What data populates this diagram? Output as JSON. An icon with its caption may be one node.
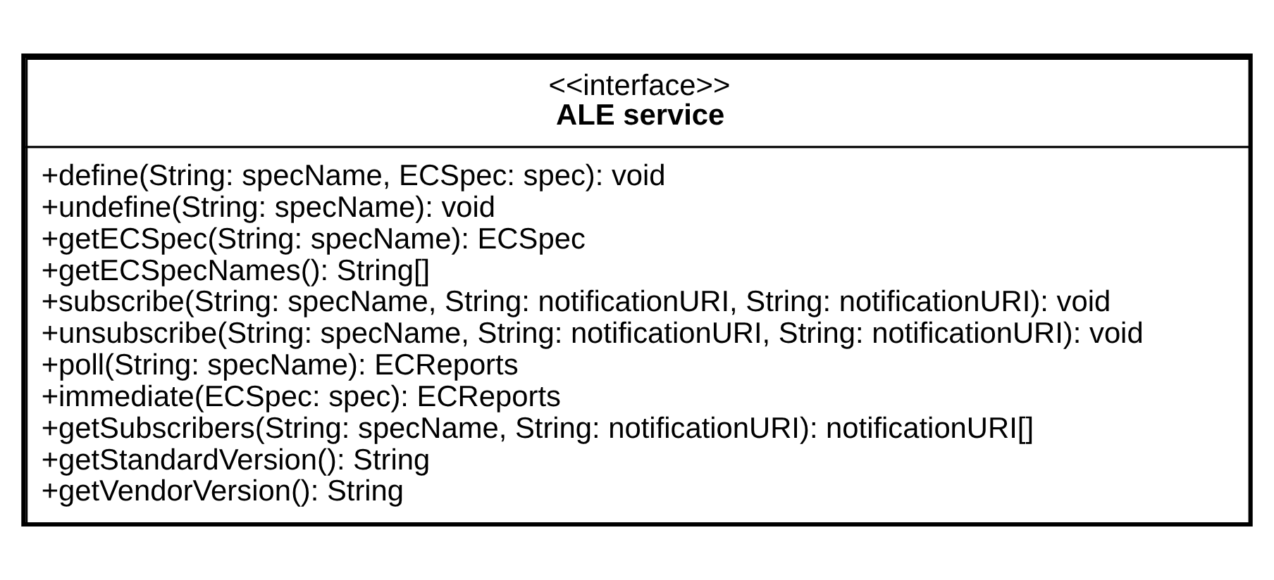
{
  "diagram": {
    "nodes": [
      {
        "text": [
          "<<interface>>",
          "ALE service",
          "+define(String: specName, ECSpec: spec): void",
          "+undefine(String: specName): void",
          "+getECSpec(String: specName): ECSpec",
          "+getECSpecNames(): String[]",
          "+subscribe(String: specName, String: notificationURI, String: notificationURI): void",
          "+unsubscribe(String: specName, String: notificationURI, String: notificationURI): void",
          "+poll(String: specName): ECReports",
          "+immediate(ECSpec: spec): ECReports",
          "+getSubscribers(String: specName, String: notificationURI): notificationURI[]",
          "+getStandardVersion(): String",
          "+getVendorVersion(): String"
        ]
      }
    ],
    "edges": []
  }
}
